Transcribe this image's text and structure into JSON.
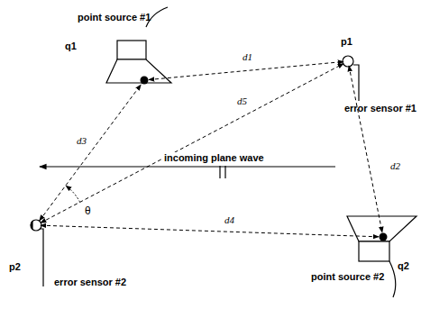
{
  "diagram": {
    "nodes": [
      {
        "text": [
          "point source #1",
          "q1"
        ]
      },
      {
        "text": [
          "p1",
          "error sensor #1"
        ]
      },
      {
        "text": [
          "p2",
          "error sensor #2"
        ]
      },
      {
        "text": [
          "point source #2",
          "q2"
        ]
      }
    ],
    "edges": [
      {
        "from": 0,
        "to": 1,
        "label": "d1",
        "arrow": "both"
      },
      {
        "from": 1,
        "to": 3,
        "label": "d2",
        "arrow": "both"
      },
      {
        "from": 2,
        "to": 0,
        "label": "d3",
        "arrow": "both"
      },
      {
        "from": 2,
        "to": 3,
        "label": "d4",
        "arrow": "both"
      },
      {
        "from": 2,
        "to": 1,
        "label": "d5",
        "arrow": "both"
      }
    ],
    "labels": [
      "incoming plane wave",
      "θ"
    ]
  }
}
